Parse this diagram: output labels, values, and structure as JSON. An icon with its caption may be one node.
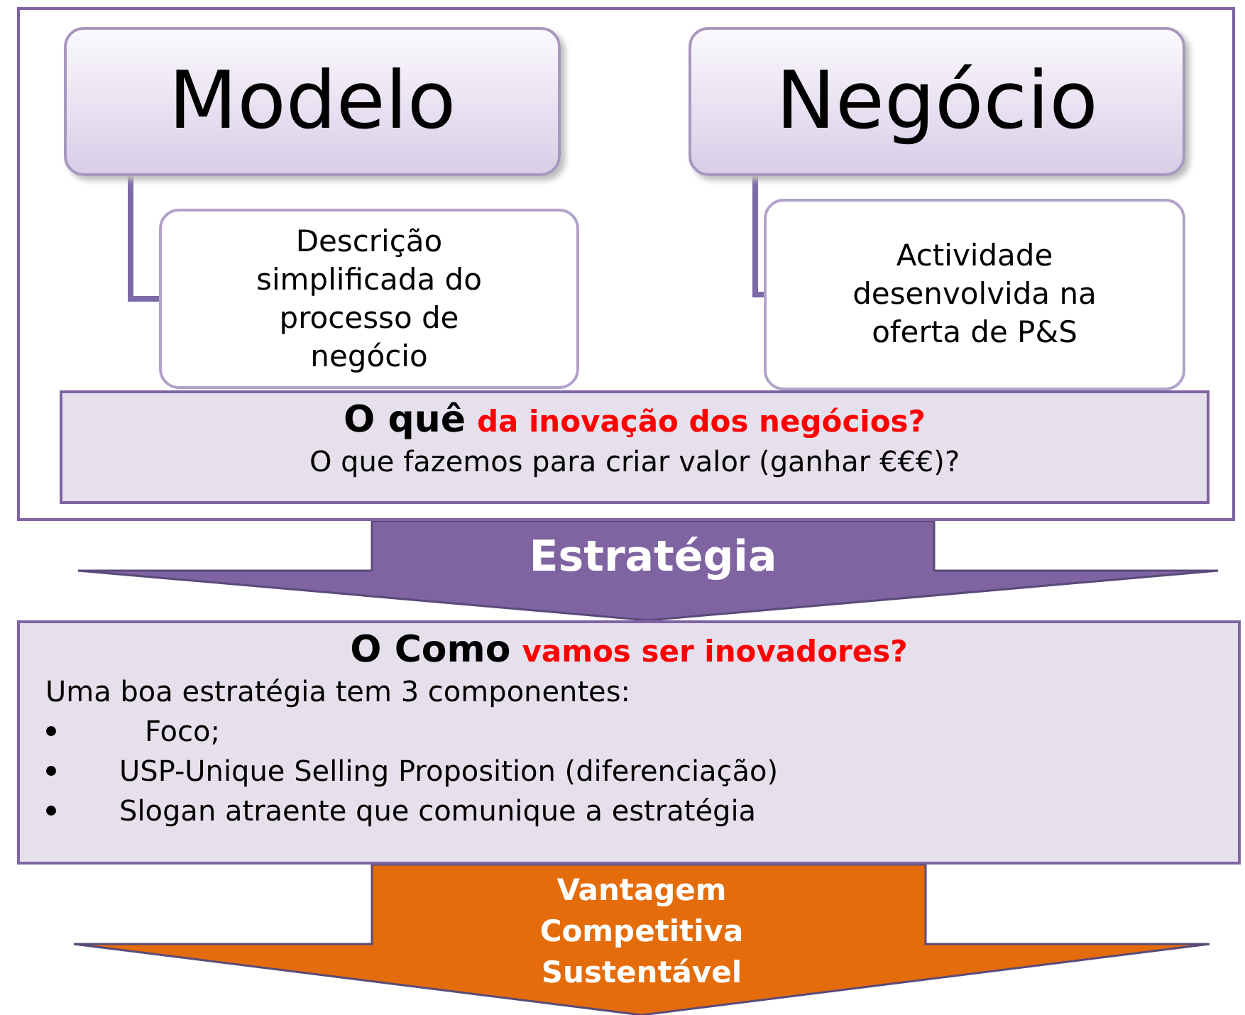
{
  "diagram": {
    "nodes": [
      {
        "text": [],
        "shape": "box"
      },
      {
        "text": [
          "Modelo"
        ],
        "in": 0
      },
      {
        "text": [
          "Descrição simplificada do processo de negócio"
        ],
        "in": 0
      },
      {
        "text": [
          "Negócio"
        ],
        "in": 0
      },
      {
        "text": [
          "Actividade desenvolvida na oferta de P&S"
        ],
        "in": 0
      },
      {
        "text": [
          "O quê",
          "da inovação dos negócios?",
          "O que fazemos para criar valor (ganhar €€€)?"
        ],
        "in": 0
      },
      {
        "text": [
          "O Como",
          "vamos ser inovadores?",
          "Uma boa estratégia tem 3 componentes:",
          "Foco;",
          "USP-Unique Selling Proposition (diferenciação)",
          "Slogan atraente que comunique a estratégia"
        ]
      }
    ],
    "edges": [
      {
        "from": 1,
        "to": 2,
        "arrow": "none"
      },
      {
        "from": 3,
        "to": 4,
        "arrow": "none"
      },
      {
        "from": 0,
        "to": 6,
        "arrow": "to",
        "label": "Estratégia",
        "style": "thick",
        "color": "#8064a2"
      },
      {
        "from": 6,
        "to": null,
        "arrow": "to",
        "label": "Vantagem Competitiva Sustentável",
        "style": "thick",
        "color": "#e46c0a"
      }
    ]
  }
}
